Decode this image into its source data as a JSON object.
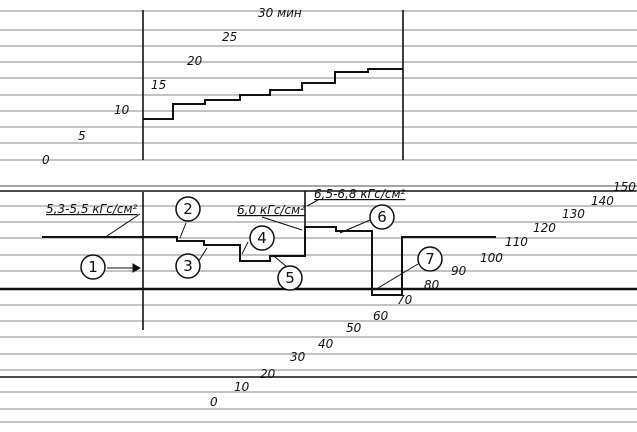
{
  "scale_labels": {
    "time": [
      "30 мин",
      "25",
      "20",
      "15",
      "10",
      "5",
      "0"
    ],
    "pressure": [
      "150",
      "140",
      "130",
      "120",
      "110",
      "100",
      "90",
      "80",
      "70",
      "60",
      "50",
      "40",
      "30",
      "20",
      "10",
      "0"
    ]
  },
  "annotations": {
    "p_initial": "5,3-5,5 кГс/см²",
    "p_mid": "6,0 кГс/см²",
    "p_high": "6,5-6,8 кГс/см²"
  },
  "markers": [
    "1",
    "2",
    "3",
    "4",
    "5",
    "6",
    "7"
  ],
  "colors": {
    "ink": "#111111",
    "paper": "#ffffff"
  }
}
